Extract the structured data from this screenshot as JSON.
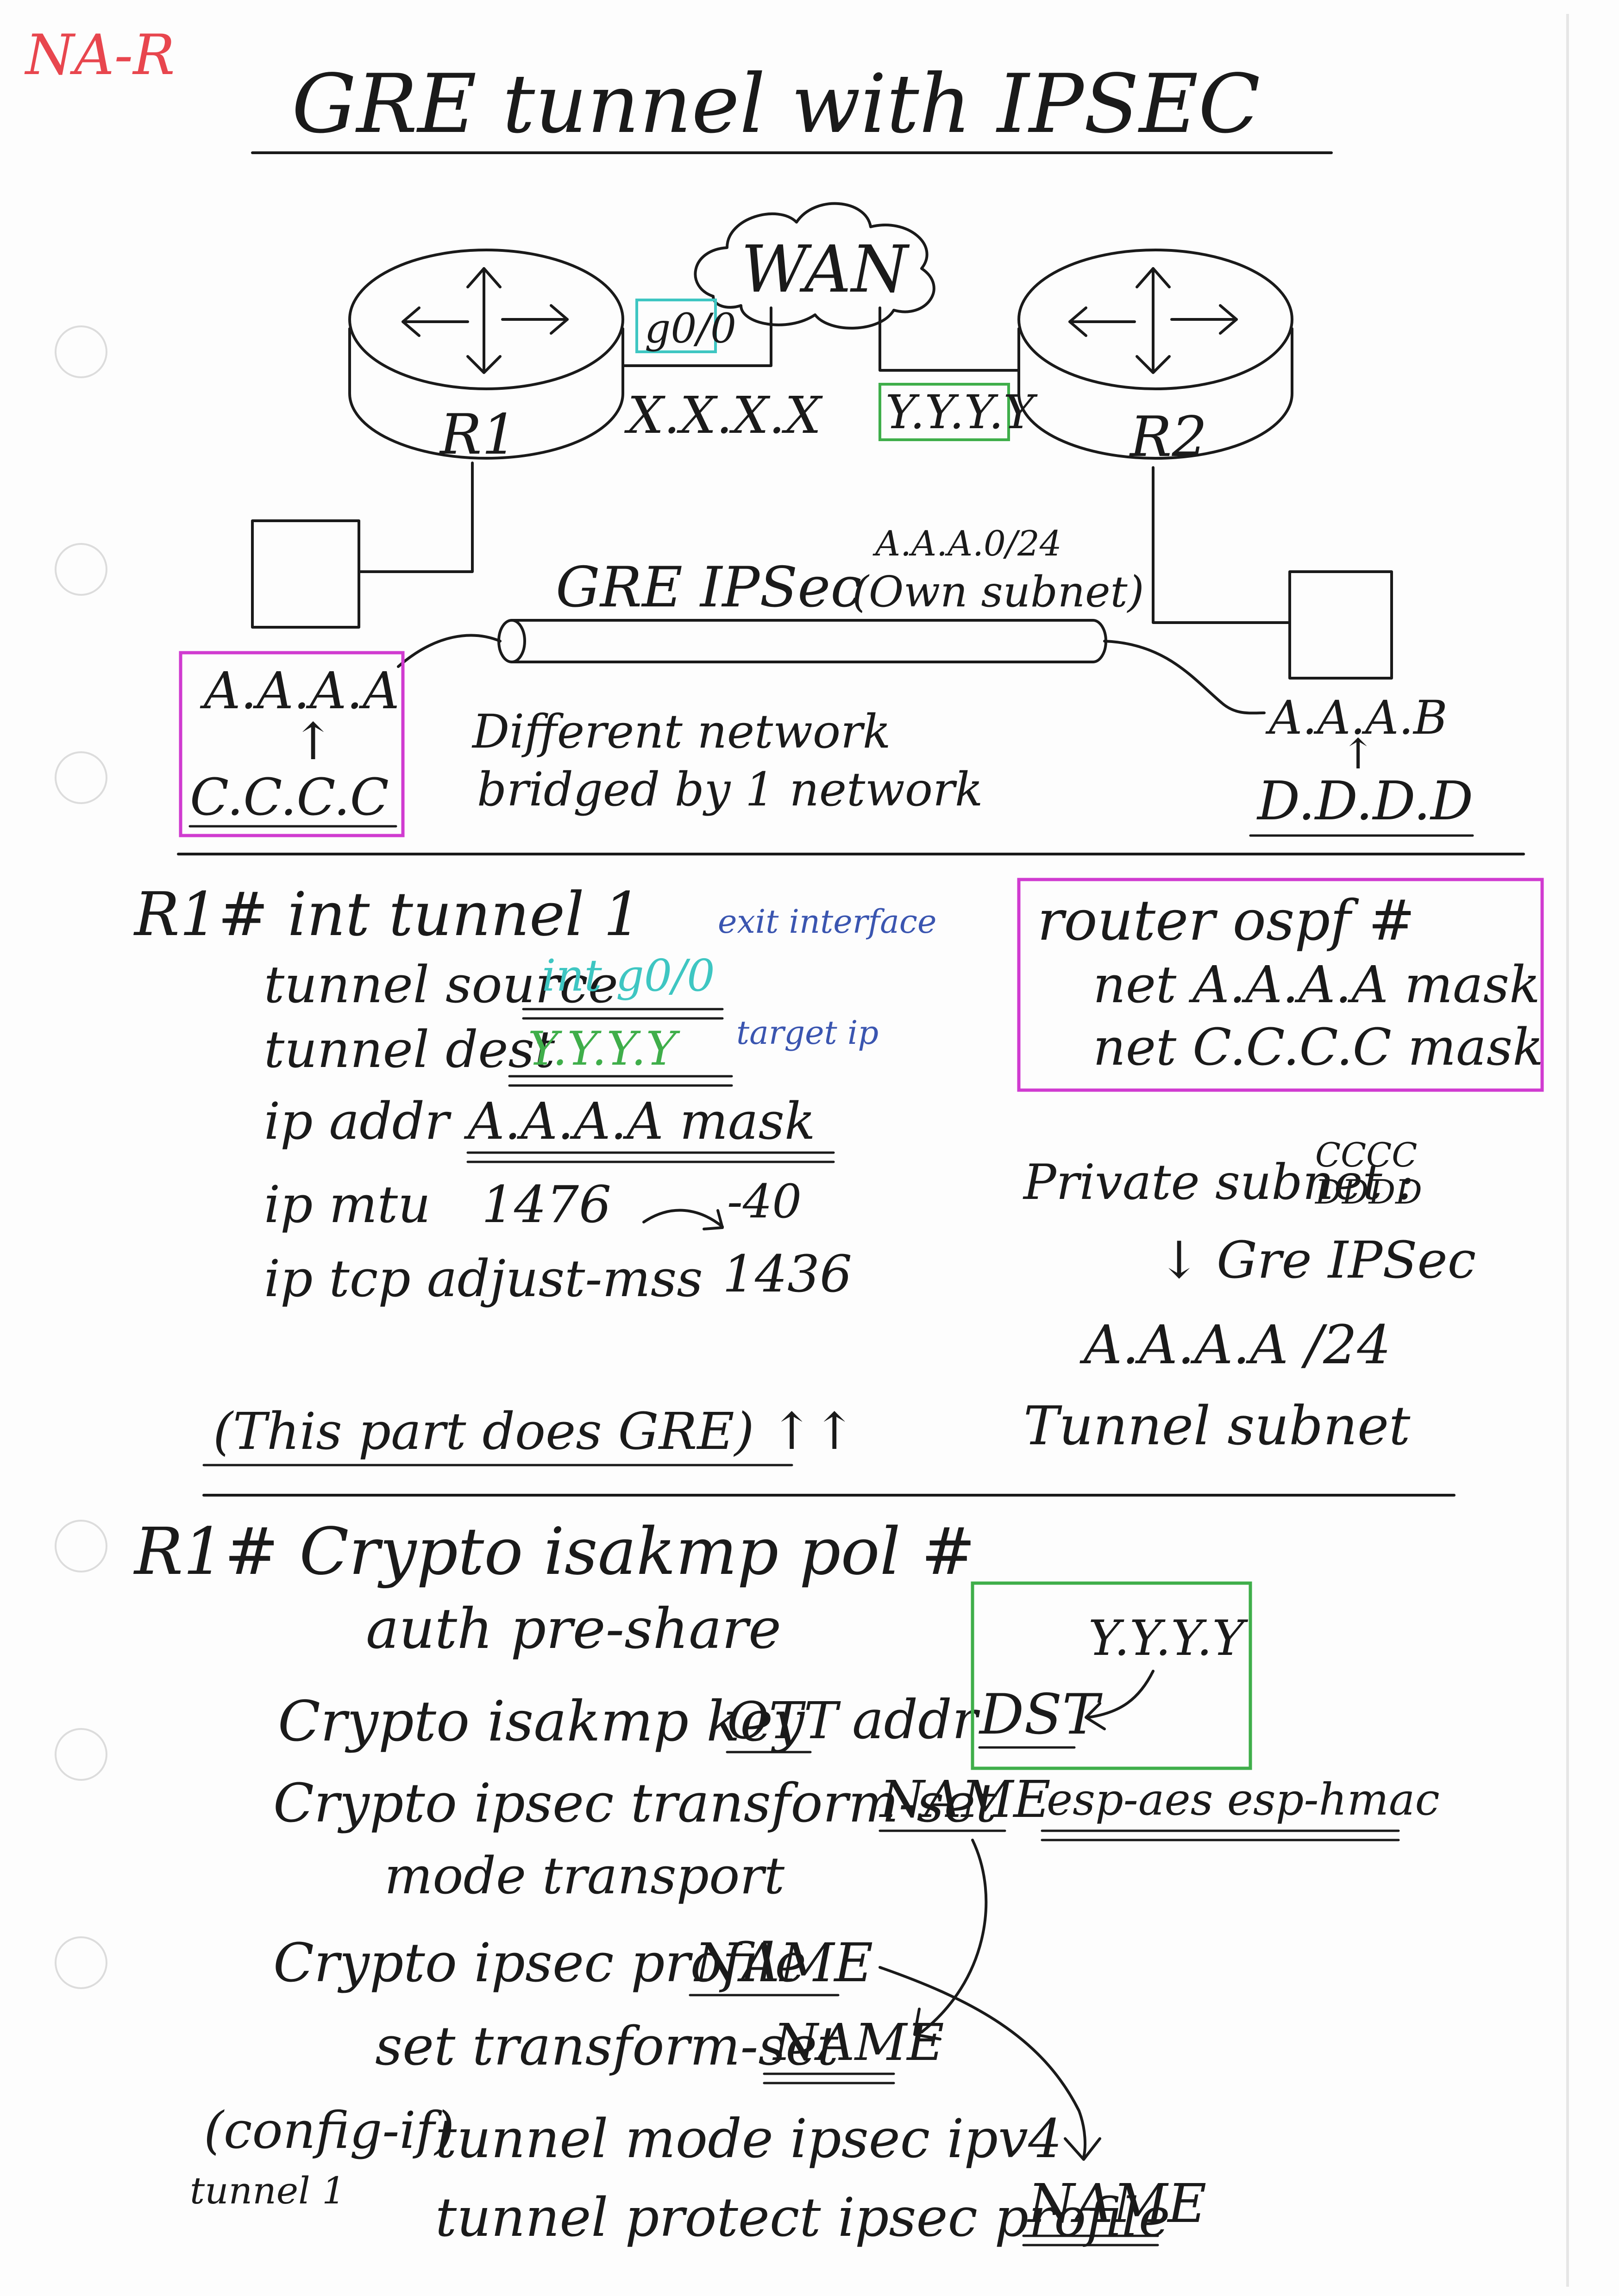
{
  "corner_tag": "NA-R",
  "title": "GRE tunnel with IPSEC",
  "colors": {
    "ink": "#1a1a1a",
    "corner_tag": "#e8464e",
    "teal": "#3ec6c2",
    "green": "#3fae4a",
    "magenta": "#d03bd0",
    "blue": "#3a55b0"
  },
  "diagram": {
    "wan_label": "WAN",
    "r1_label": "R1",
    "r2_label": "R2",
    "g0_0_label": "g0/0",
    "x_ip": "X.X.X.X",
    "y_ip": "Y.Y.Y.Y",
    "tunnel_label": "GRE IPSec",
    "own_subnet": "(Own subnet)",
    "tunnel_subnet_label": "A.A.A.0/24",
    "left_tunnel_ip": "A.A.A.A",
    "left_arrow": "↑",
    "left_private": "C.C.C.C",
    "right_tunnel_ip": "A.A.A.B",
    "right_arrow": "↑",
    "right_private": "D.D.D.D",
    "note_line1": "Different network",
    "note_line2": "bridged by 1 network"
  },
  "gre_config": {
    "prompt_line": "R1# int tunnel 1",
    "exit_note": "exit interface",
    "source_label": "tunnel source",
    "source_value": "int g0/0",
    "dest_label": "tunnel dest",
    "dest_value": "Y.Y.Y.Y",
    "target_note": "target ip",
    "ip_addr_label": "ip addr",
    "ip_addr_value": "A.A.A.A mask",
    "mtu_label": "ip mtu",
    "mtu_value": "1476",
    "mtu_delta": "-40",
    "mss_label": "ip tcp adjust-mss",
    "mss_value": "1436",
    "footer": "(This part does GRE) ↑↑"
  },
  "ospf_box": {
    "line1": "router ospf #",
    "line2": "net A.A.A.A mask",
    "line3": "net C.C.C.C mask"
  },
  "subnet_note": {
    "private_label": "Private subnet :",
    "private_top": "CCCC",
    "private_bottom": "DDDD",
    "arrow_label": "↓ Gre IPSec",
    "tunnel_value": "A.A.A.A /24",
    "tunnel_label": "Tunnel subnet"
  },
  "ipsec_config": {
    "prompt_line": "R1# Crypto isakmp pol #",
    "auth_line": "auth pre-share",
    "key_line": "Crypto isakmp key",
    "key_value": "OTT",
    "addr_label": "addr",
    "dst_value": "DST",
    "dst_note": "Y.Y.Y.Y",
    "transform_line": "Crypto ipsec transform-set",
    "transform_name": "NAME",
    "transform_params": "esp-aes esp-hmac",
    "mode_line": "mode transport",
    "profile_line": "Crypto ipsec profile",
    "profile_name": "NAME",
    "set_line": "set transform-set",
    "set_name": "NAME",
    "config_if": "(config-if)",
    "config_if_sub": "tunnel 1",
    "mode_ipsec_line": "tunnel mode ipsec ipv4",
    "protect_line": "tunnel protect ipsec profile",
    "protect_name": "NAME"
  }
}
